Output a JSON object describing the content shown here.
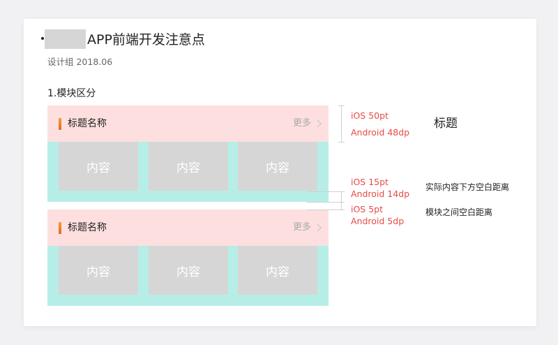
{
  "document": {
    "title": "APP前端开发注意点",
    "subtitle": "设计组 2018.06",
    "section_title": "1.模块区分"
  },
  "modules": [
    {
      "title": "标题名称",
      "more": "更多",
      "contents": [
        "内容",
        "内容",
        "内容"
      ]
    },
    {
      "title": "标题名称",
      "more": "更多",
      "contents": [
        "内容",
        "内容",
        "内容"
      ]
    }
  ],
  "annotations": {
    "header": {
      "ios": "iOS 50pt",
      "android": "Android 48dp",
      "label": "标题"
    },
    "bottom_space": {
      "ios": "iOS 15pt",
      "android": "Android 14dp",
      "label": "实际内容下方空白距离"
    },
    "module_gap": {
      "ios": "iOS 5pt",
      "android": "Android 5dp",
      "label": "模块之间空白距离"
    }
  },
  "colors": {
    "header_bg": "#fddfdf",
    "body_bg": "#b6eee7",
    "placeholder": "#d6d6d6",
    "annotation_red": "#e64b45",
    "accent_bar": "#f4a12c"
  }
}
